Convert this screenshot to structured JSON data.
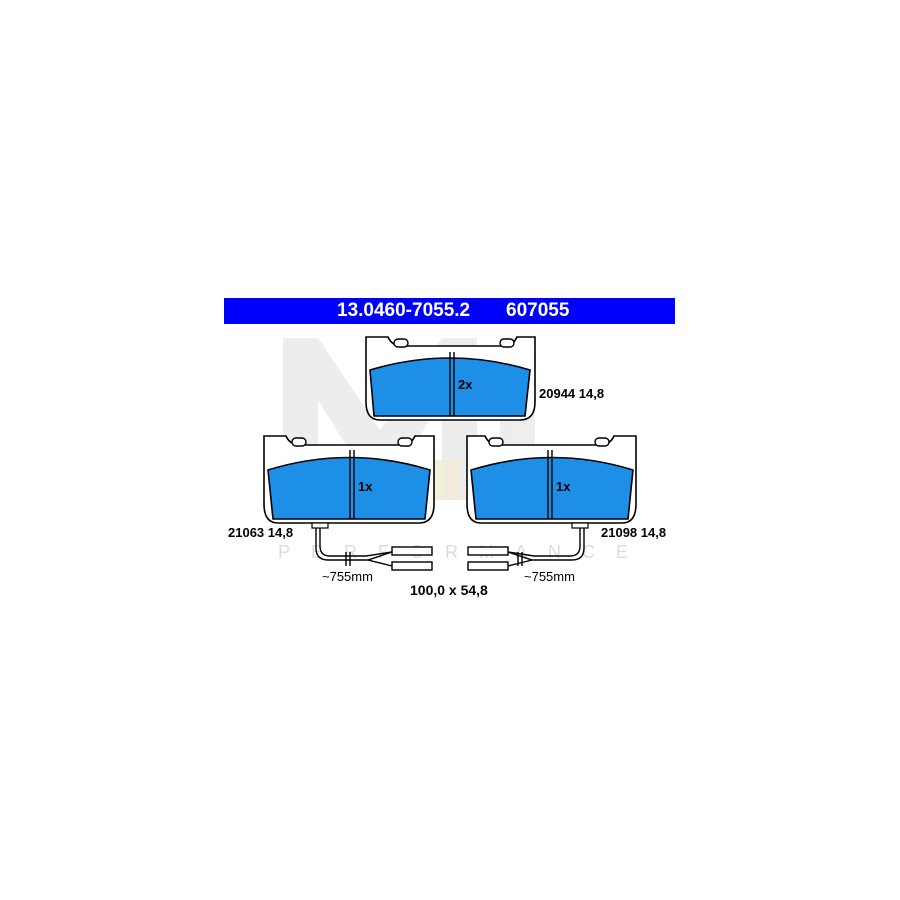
{
  "header": {
    "part_number": "13.0460-7055.2",
    "code": "607055",
    "bar_color": "#0000ff",
    "text_color": "#ffffff"
  },
  "pads": [
    {
      "id": "top",
      "quantity": "2x",
      "label": "20944 14,8",
      "has_wear_sensor": false
    },
    {
      "id": "left",
      "quantity": "1x",
      "label": "21063 14,8",
      "has_wear_sensor": true
    },
    {
      "id": "right",
      "quantity": "1x",
      "label": "21098 14,8",
      "has_wear_sensor": true
    }
  ],
  "pad_color": "#1e8fe6",
  "sensor_cable_length": "~755mm",
  "dimensions": "100,0 x 54,8",
  "watermark": {
    "logo_text": "ML",
    "tagline": "PERFORMANCE"
  }
}
